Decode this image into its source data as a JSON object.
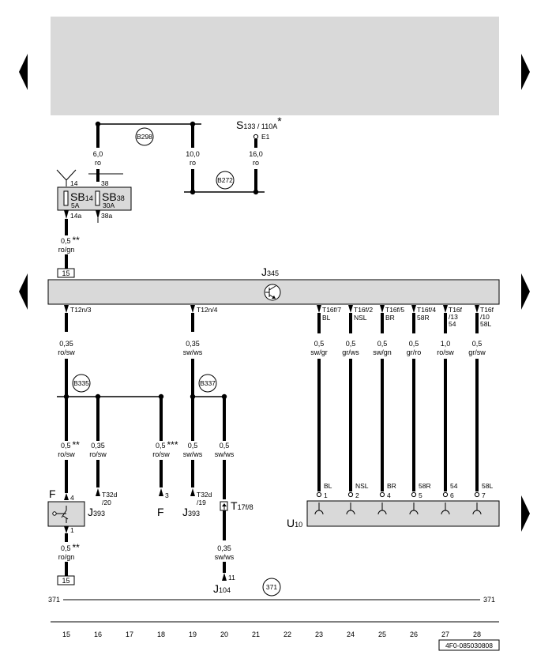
{
  "colors": {
    "component_fill": "#d9d9d9",
    "wire": "#000000",
    "background": "#ffffff"
  },
  "icons": [
    "nav-arrow-left-icon",
    "nav-arrow-right-icon",
    "transistor-symbol-icon",
    "fuse-symbol-icon",
    "sensor-switch-icon",
    "socket-contact-icon"
  ],
  "top_section": {
    "s133_label": "S133 / 110A",
    "s133_main": "S",
    "s133_sub": "133 / 110A",
    "asterisk": "*",
    "s133_contact": "E1",
    "bubbles": {
      "b298": "B298",
      "b272": "B272",
      "b335": "B335",
      "b337": "B337",
      "ref371": "371"
    },
    "wire_6": {
      "size": "6,0",
      "color": "ro"
    },
    "wire_10": {
      "size": "10,0",
      "color": "ro"
    },
    "wire_16": {
      "size": "16,0",
      "color": "ro"
    },
    "fuse_box": {
      "sb14_label": "SB",
      "sb14_sub": "14",
      "sb14_rating": "5A",
      "sb38_label": "SB",
      "sb38_sub": "38",
      "sb38_rating": "30A",
      "pin_14": "14",
      "pin_38": "38",
      "pin_14a": "14a",
      "pin_38a": "38a"
    },
    "wire_15_top": {
      "size": "0,5",
      "color": "ro/gn",
      "note": "**"
    },
    "terminal_15_top": "15"
  },
  "j345": {
    "name": "J",
    "sub": "345",
    "pins_left": [
      "T12n/3",
      "T12n/4"
    ],
    "pins_right": [
      {
        "l1": "T16f/7",
        "l2": "BL"
      },
      {
        "l1": "T16f/2",
        "l2": "NSL"
      },
      {
        "l1": "T16f/5",
        "l2": "BR"
      },
      {
        "l1": "T16f/4",
        "l2": "58R"
      },
      {
        "l1": "T16f",
        "l2": "/13",
        "l3": "54"
      },
      {
        "l1": "T16f",
        "l2": "/10",
        "l3": "58L"
      }
    ]
  },
  "wires_mid": {
    "w15": {
      "size": "0,35",
      "color": "ro/sw"
    },
    "w19": {
      "size": "0,35",
      "color": "sw/ws"
    },
    "right": [
      {
        "size": "0,5",
        "color": "sw/gr"
      },
      {
        "size": "0,5",
        "color": "gr/ws"
      },
      {
        "size": "0,5",
        "color": "sw/gn"
      },
      {
        "size": "0,5",
        "color": "gr/ro"
      },
      {
        "size": "1,0",
        "color": "ro/sw"
      },
      {
        "size": "0,5",
        "color": "gr/sw"
      }
    ]
  },
  "wires_lower": {
    "w15": {
      "size": "0,5",
      "color": "ro/sw",
      "note": "**"
    },
    "w16": {
      "size": "0,35",
      "color": "ro/sw"
    },
    "w18": {
      "size": "0,5",
      "color": "ro/sw",
      "note": "***"
    },
    "w19": {
      "size": "0,5",
      "color": "sw/ws"
    },
    "w20": {
      "size": "0,5",
      "color": "sw/ws"
    }
  },
  "connectors": {
    "t32d_20": {
      "l1": "T32d",
      "l2": "/20"
    },
    "t32d_19": {
      "l1": "T32d",
      "l2": "/19"
    },
    "pin_3": "3",
    "pin_4": "4",
    "pin_1": "1",
    "j393_a": {
      "main": "J",
      "sub": "393"
    },
    "j393_b": {
      "main": "J",
      "sub": "393"
    },
    "f_label": "F",
    "f_label_b": "F",
    "t17f": {
      "main": "T",
      "sub": "17f/8"
    }
  },
  "u10": {
    "name": "U",
    "sub": "10",
    "top_labels": [
      "BL",
      "NSL",
      "BR",
      "58R",
      "54",
      "58L"
    ],
    "pins": [
      "1",
      "2",
      "4",
      "5",
      "6",
      "7"
    ]
  },
  "bottom": {
    "w15": {
      "size": "0,5",
      "color": "ro/gn",
      "note": "**"
    },
    "terminal_15": "15",
    "w20": {
      "size": "0,35",
      "color": "sw/ws"
    },
    "pin_11": "11",
    "j104": {
      "main": "J",
      "sub": "104"
    },
    "ref_left": "371",
    "ref_right": "371"
  },
  "columns": [
    "15",
    "16",
    "17",
    "18",
    "19",
    "20",
    "21",
    "22",
    "23",
    "24",
    "25",
    "26",
    "27",
    "28"
  ],
  "doc_code": "4F0-085030808"
}
